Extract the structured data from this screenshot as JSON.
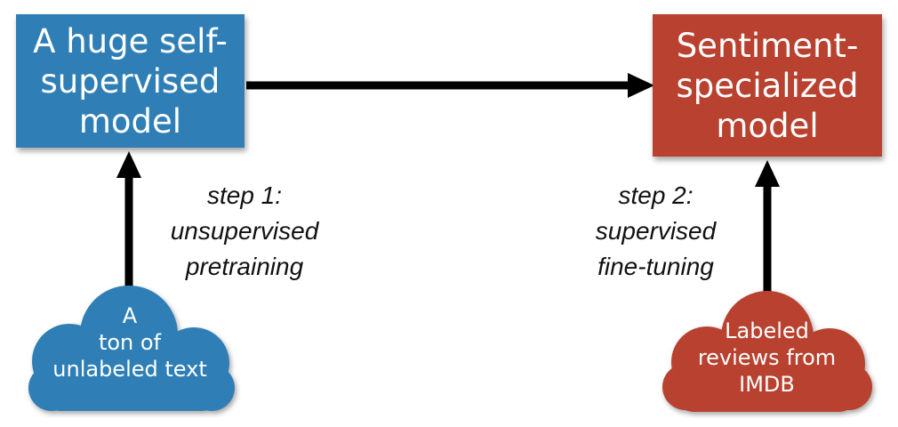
{
  "nodes": {
    "pretrained_model": {
      "label": "A huge self-\nsupervised\nmodel",
      "color": "#2f7fb6"
    },
    "specialized_model": {
      "label": "Sentiment-\nspecialized\nmodel",
      "color": "#b9412f"
    },
    "unlabeled_data": {
      "label": "A\nton of\nunlabeled text",
      "color": "#2f7fb6"
    },
    "labeled_data": {
      "label": "Labeled\nreviews from\nIMDB",
      "color": "#b9412f"
    }
  },
  "steps": {
    "step1": "step 1:\nunsupervised\npretraining",
    "step2": "step 2:\nsupervised\nfine-tuning"
  },
  "edges": [
    {
      "from": "unlabeled_data",
      "to": "pretrained_model"
    },
    {
      "from": "pretrained_model",
      "to": "specialized_model"
    },
    {
      "from": "labeled_data",
      "to": "specialized_model"
    }
  ]
}
